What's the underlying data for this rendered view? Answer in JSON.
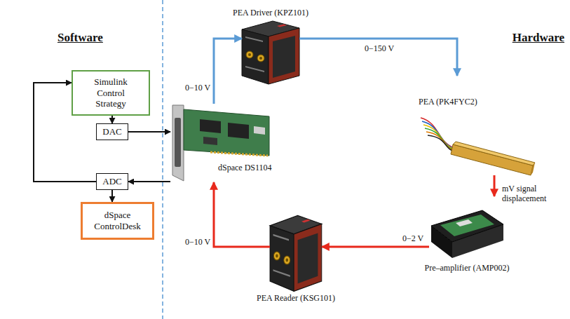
{
  "diagram": {
    "nodes": [
      {
        "text": [
          "Simulink Control Strategy"
        ]
      },
      {
        "text": [
          "DAC"
        ]
      },
      {
        "text": [
          "ADC"
        ]
      },
      {
        "text": [
          "dSpace ControlDesk"
        ]
      },
      {
        "text": [
          "PEA Driver (KPZ101)"
        ]
      },
      {
        "text": [
          "dSpace DS1104"
        ]
      },
      {
        "text": [
          "PEA (PK4FYC2)"
        ]
      },
      {
        "text": [
          "Pre–amplifier (AMP002)"
        ]
      },
      {
        "text": [
          "PEA Reader (KSG101)"
        ]
      }
    ],
    "edges": [
      {
        "from": 0,
        "to": 1,
        "arrow": "to"
      },
      {
        "from": 1,
        "to": 5,
        "arrow": "to"
      },
      {
        "from": 5,
        "to": 2,
        "arrow": "to"
      },
      {
        "from": 2,
        "to": 3,
        "arrow": "to"
      },
      {
        "from": 2,
        "to": 0,
        "arrow": "to"
      },
      {
        "from": 5,
        "to": 4,
        "label": "0−10 V",
        "arrow": "to"
      },
      {
        "from": 4,
        "to": 6,
        "label": "0−150 V",
        "arrow": "to"
      },
      {
        "from": 6,
        "to": 7,
        "label": "mV signal displacement",
        "arrow": "to"
      },
      {
        "from": 7,
        "to": 8,
        "label": "0−2 V",
        "arrow": "to"
      },
      {
        "from": 8,
        "to": 5,
        "label": "0−10 V",
        "arrow": "to"
      }
    ],
    "labels": [
      "Software",
      "Hardware"
    ]
  }
}
